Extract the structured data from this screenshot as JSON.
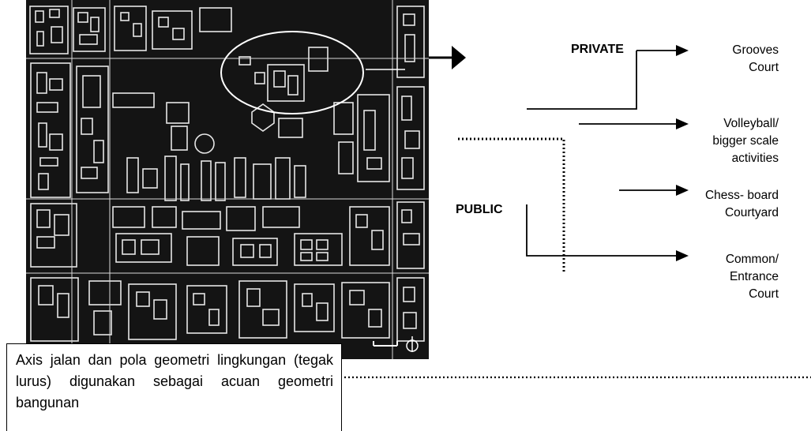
{
  "diagram": {
    "zones": {
      "private": "PRIVATE",
      "public": "PUBLIC"
    },
    "activities": [
      {
        "lines": [
          "Grooves",
          "Court"
        ]
      },
      {
        "lines": [
          "Volleyball/",
          "bigger scale",
          "activities"
        ]
      },
      {
        "lines": [
          "Chess- board",
          "Courtyard"
        ]
      },
      {
        "lines": [
          "Common/",
          "Entrance",
          "Court"
        ]
      }
    ]
  },
  "caption": {
    "text": "Axis jalan dan pola geometri lingkungan (tegak lurus) digunakan sebagai acuan geometri bangunan"
  },
  "colors": {
    "map_background": "#141414",
    "map_outline": "#e6e6e6",
    "ink": "#000000"
  }
}
